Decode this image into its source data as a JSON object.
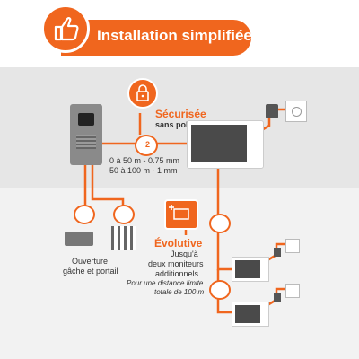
{
  "banner": {
    "title": "Installation simplifiée",
    "icon": "thumbs-up-icon"
  },
  "security": {
    "title": "Sécurisée",
    "subtitle": "sans polarité",
    "icon": "padlock-icon"
  },
  "cable_spec": {
    "line1": "0 à 50 m - 0.75 mm",
    "line2": "50 à 100 m - 1 mm"
  },
  "wire_badge": "2",
  "opening": {
    "line1": "Ouverture",
    "line2": "gâche et portail"
  },
  "evolutive": {
    "title": "Évolutive",
    "lines": [
      "Jusqu'à",
      "deux moniteurs",
      "additionnels"
    ],
    "note_lines": [
      "Pour une distance limite",
      "totale de 100 m"
    ],
    "icon": "add-monitor-icon"
  },
  "colors": {
    "accent": "#f0661e",
    "grey_band": "#e6e6e6",
    "light_band": "#f2f2f2"
  }
}
